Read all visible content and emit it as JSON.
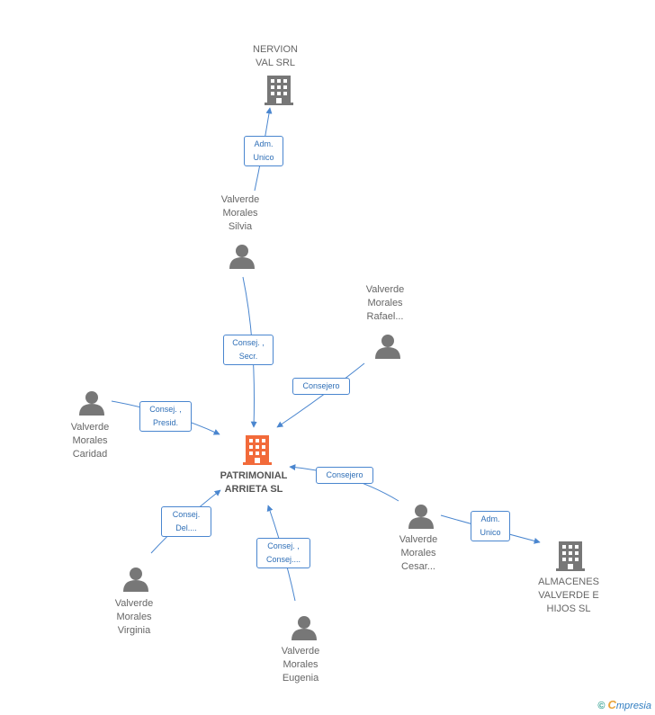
{
  "colors": {
    "accent": "#4a86cf",
    "node_gray": "#777777",
    "main_company": "#f26a3a"
  },
  "nodes": {
    "nervion": {
      "label": "NERVION\nVAL SRL",
      "icon": "building-icon"
    },
    "silvia": {
      "label": "Valverde\nMorales\nSilvia",
      "icon": "person-icon"
    },
    "rafael": {
      "label": "Valverde\nMorales\nRafael...",
      "icon": "person-icon"
    },
    "caridad": {
      "label": "Valverde\nMorales\nCaridad",
      "icon": "person-icon"
    },
    "main": {
      "label": "PATRIMONIAL\nARRIETA SL",
      "icon": "building-icon"
    },
    "cesar": {
      "label": "Valverde\nMorales\nCesar...",
      "icon": "person-icon"
    },
    "virginia": {
      "label": "Valverde\nMorales\nVirginia",
      "icon": "person-icon"
    },
    "eugenia": {
      "label": "Valverde\nMorales\nEugenia",
      "icon": "person-icon"
    },
    "almacenes": {
      "label": "ALMACENES\nVALVERDE E\nHIJOS SL",
      "icon": "building-icon"
    }
  },
  "edges": {
    "silvia_nervion": "Adm.\nUnico",
    "silvia_main": "Consej. ,\nSecr.",
    "rafael_main": "Consejero",
    "caridad_main": "Consej. ,\nPresid.",
    "cesar_main": "Consejero",
    "virginia_main": "Consej.\nDel....",
    "eugenia_main": "Consej. ,\nConsej....",
    "cesar_almacenes": "Adm.\nUnico"
  },
  "footer": {
    "copyright": "©",
    "brand_first": "C",
    "brand_rest": "mpresia"
  }
}
